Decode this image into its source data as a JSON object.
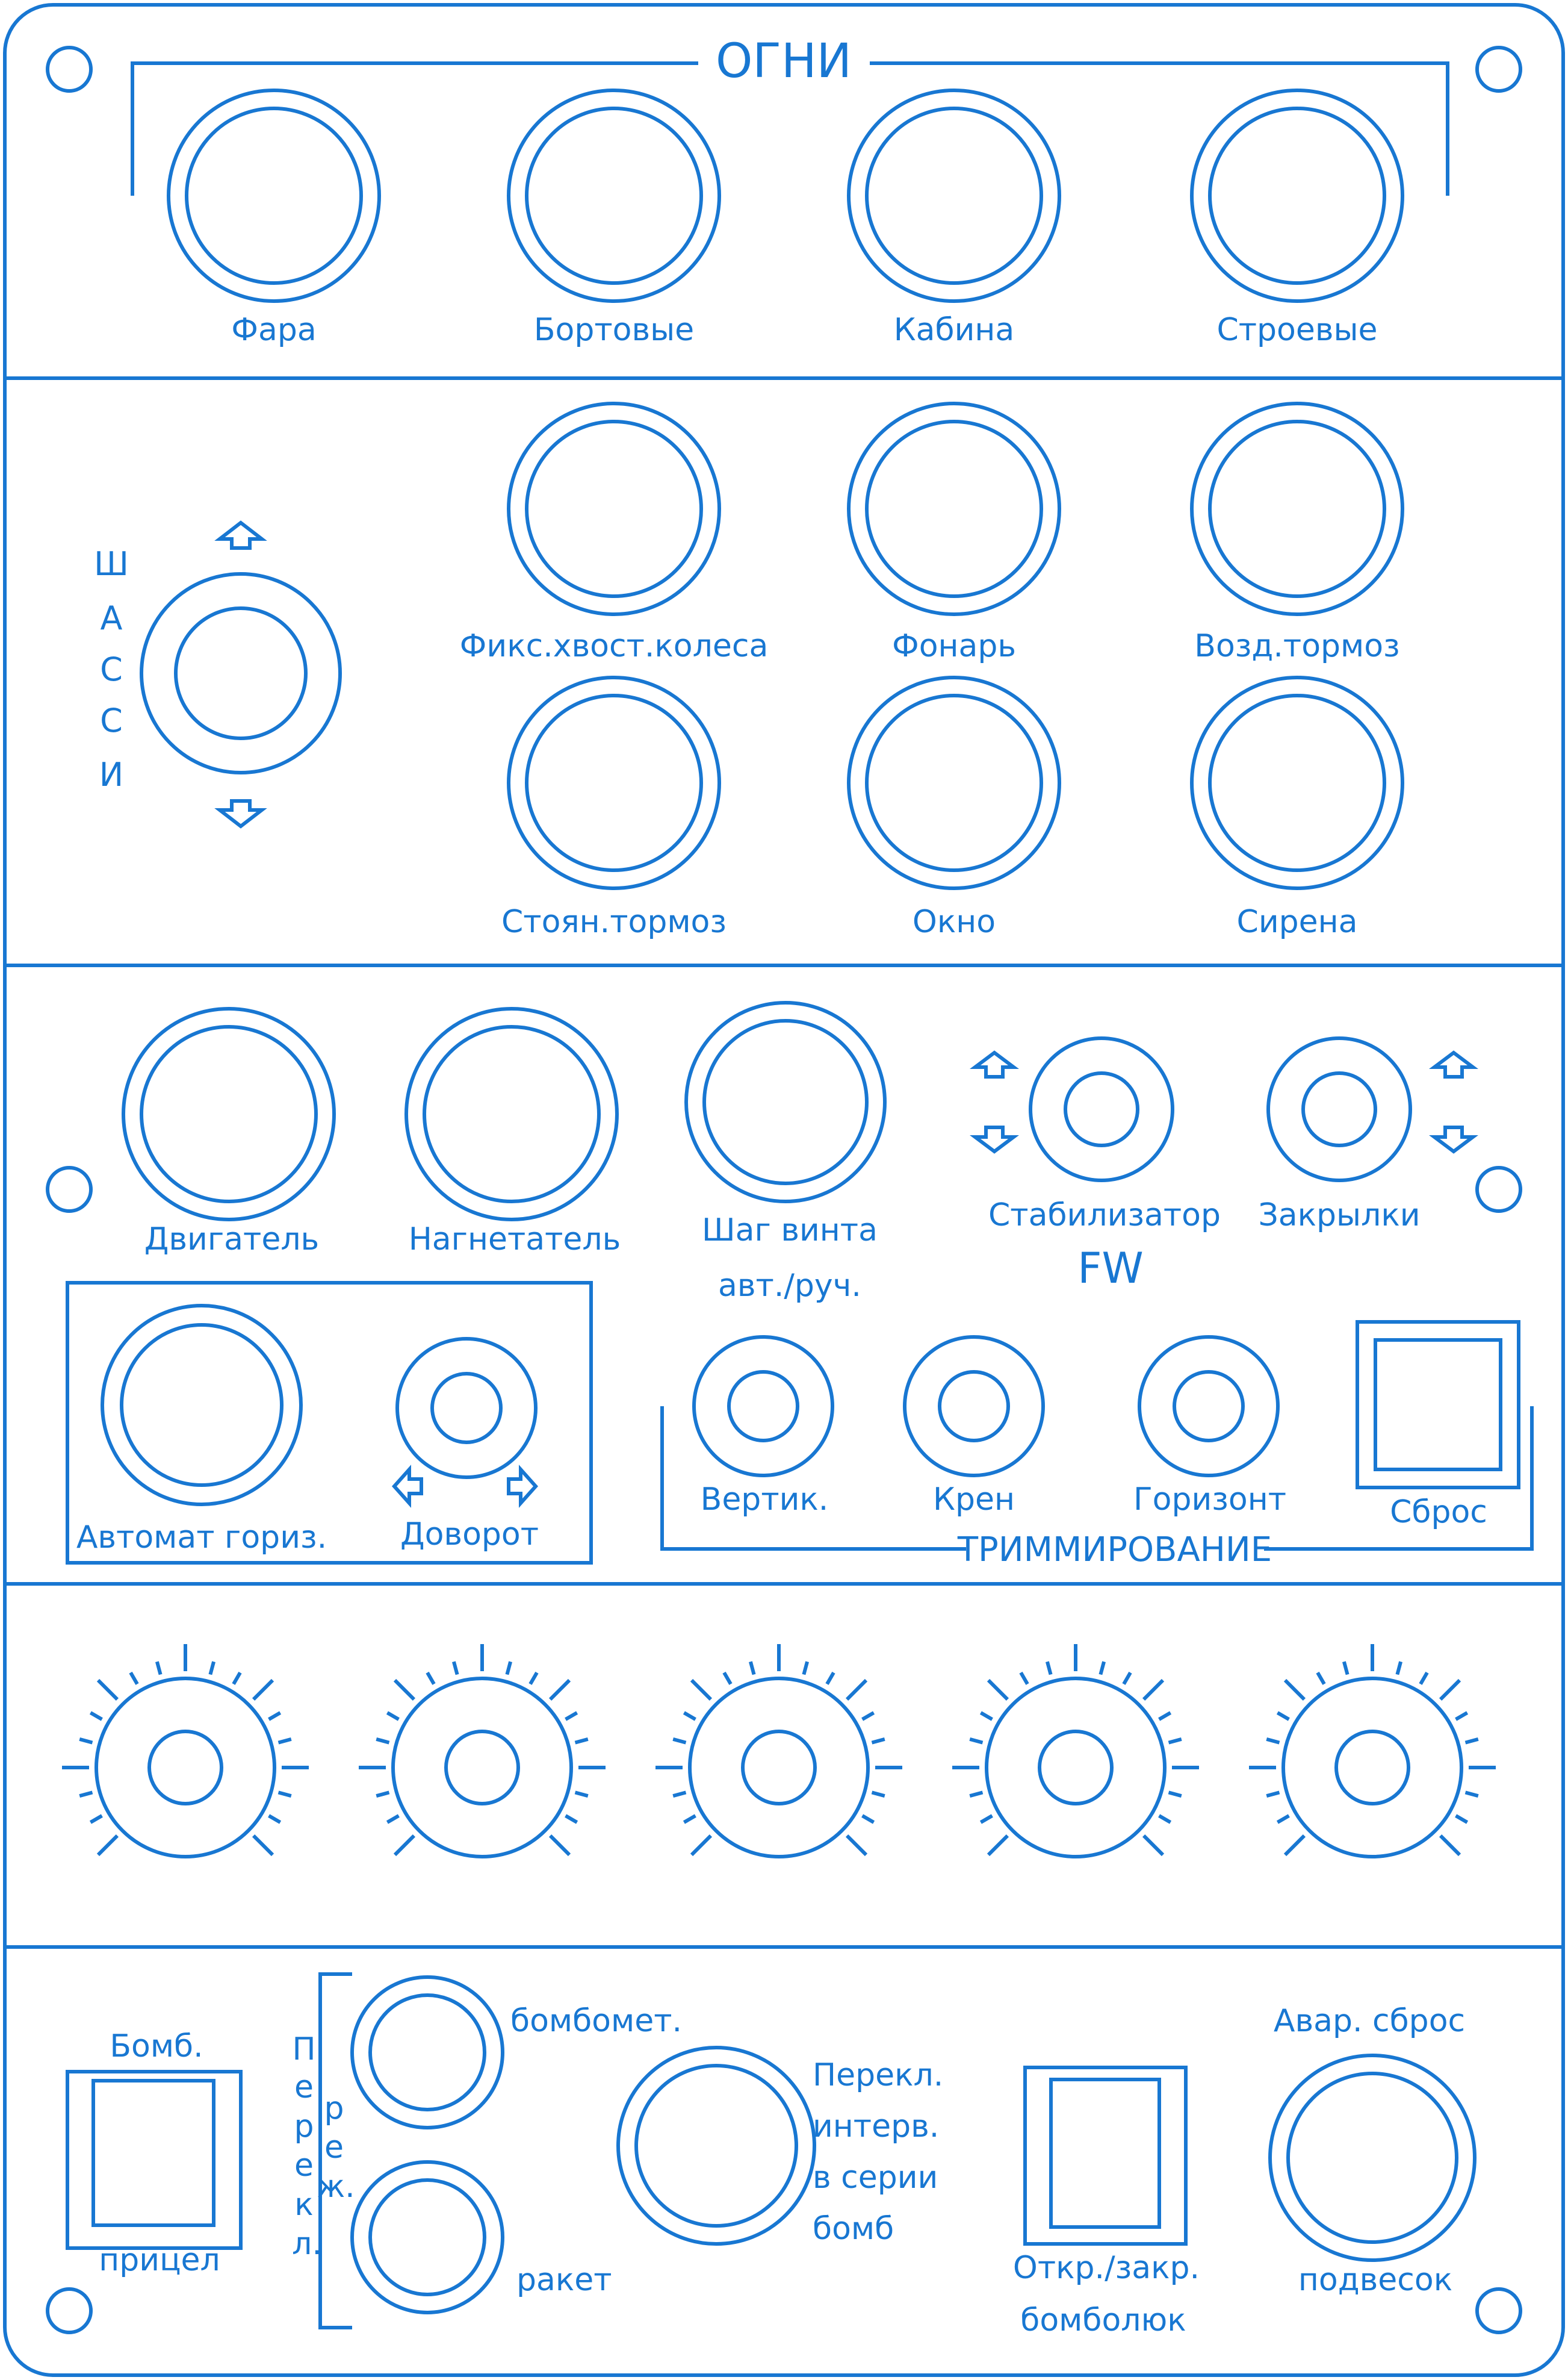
{
  "colors": {
    "line": "#1877d2",
    "background": "#ffffff"
  },
  "lights": {
    "title": "ОГНИ",
    "buttons": [
      "Фара",
      "Бортовые",
      "Кабина",
      "Строевые"
    ]
  },
  "chassis": {
    "title_letters": [
      "Ш",
      "А",
      "С",
      "С",
      "И"
    ],
    "up_icon": "arrow-up-icon",
    "down_icon": "arrow-down-icon",
    "buttons": [
      "Фикс.хвост.колеса",
      "Фонарь",
      "Возд.тормоз",
      "Стоян.тормоз",
      "Окно",
      "Сирена"
    ]
  },
  "engine": {
    "engine_label": "Двигатель",
    "supercharger_label": "Нагнетатель",
    "prop_pitch_line1": "Шаг винта",
    "prop_pitch_line2": "авт./руч.",
    "stabilizer_label": "Стабилизатор",
    "flaps_label": "Закрылки",
    "fw_label": "FW",
    "autopilot_label": "Автомат гориз.",
    "turn_label": "Доворот"
  },
  "trim": {
    "title": "ТРИММИРОВАНИЕ",
    "buttons": [
      "Вертик.",
      "Крен",
      "Горизонт"
    ],
    "reset_label": "Сброс"
  },
  "knobs": {
    "count": 5
  },
  "bombing": {
    "sight_top": "Бомб.",
    "sight_bottom": "прицел",
    "mode_letters_1": [
      "П",
      "е",
      "р",
      "е",
      "к",
      "л."
    ],
    "mode_letters_2": [
      "р",
      "е",
      "ж."
    ],
    "bomb_launcher": "бомбомет.",
    "rockets": "ракет",
    "interval_lines": [
      "Перекл.",
      "интерв.",
      "в серии",
      "бомб"
    ],
    "bay_line1": "Откр./закр.",
    "bay_line2": "бомболюк",
    "emergency_top": "Авар. сброс",
    "emergency_bottom": "подвесок"
  }
}
